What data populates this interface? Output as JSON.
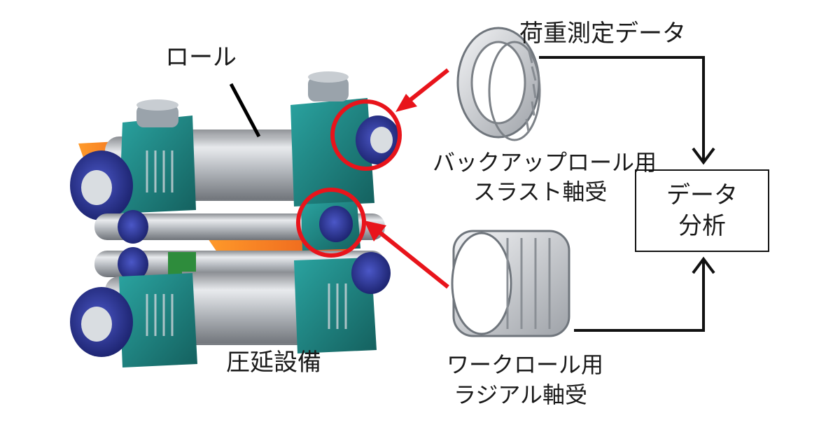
{
  "labels": {
    "roll": "ロール",
    "load_data": "荷重測定データ",
    "backup_line1": "バックアップロール用",
    "backup_line2": "スラスト軸受",
    "work_line1": "ワークロール用",
    "work_line2": "ラジアル軸受",
    "rolling_mill": "圧延設備",
    "analysis_line1": "データ",
    "analysis_line2": "分析"
  },
  "colors": {
    "highlight": "#e8141b",
    "arrow": "#e8141b",
    "flow_line": "#111111",
    "housing": "#1f8a87",
    "hub": "#25308f",
    "steel_strip": "#f07a1a"
  },
  "icons": [
    "rolling-mill-illustration",
    "thrust-bearing-icon",
    "radial-bearing-icon"
  ]
}
